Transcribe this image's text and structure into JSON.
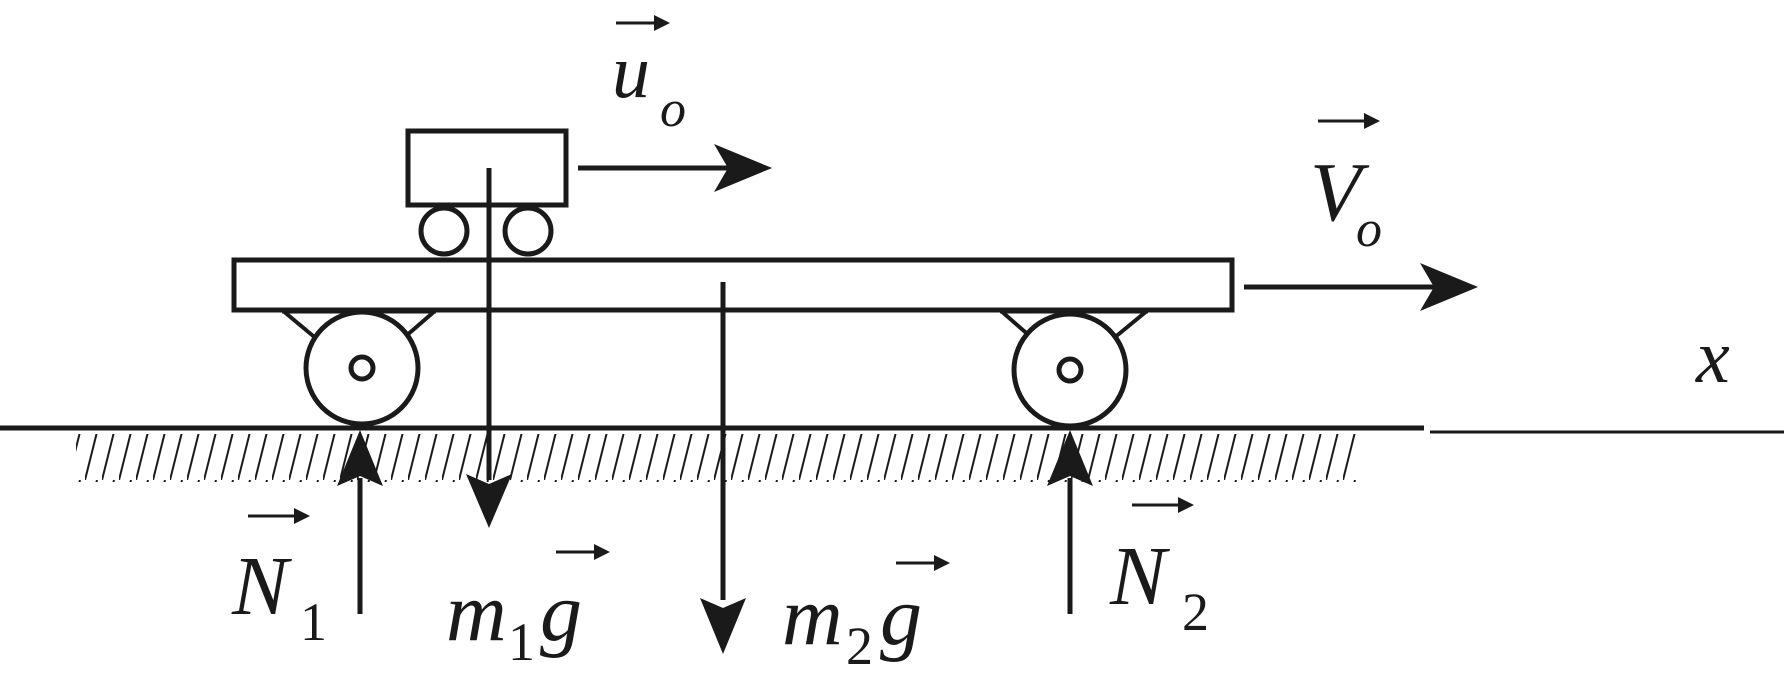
{
  "diagram": {
    "colors": {
      "ink": "#1a1a1a",
      "background": "#ffffff"
    },
    "labels": {
      "u0": {
        "main": "u",
        "sub": "o"
      },
      "V0": {
        "main": "V",
        "sub": "o"
      },
      "x_axis": {
        "main": "x"
      },
      "N1": {
        "main": "N",
        "sub": "1"
      },
      "N2": {
        "main": "N",
        "sub": "2"
      },
      "m1g": {
        "m": "m",
        "sub": "1",
        "g": "g"
      },
      "m2g": {
        "m": "m",
        "sub": "2",
        "g": "g"
      }
    }
  }
}
